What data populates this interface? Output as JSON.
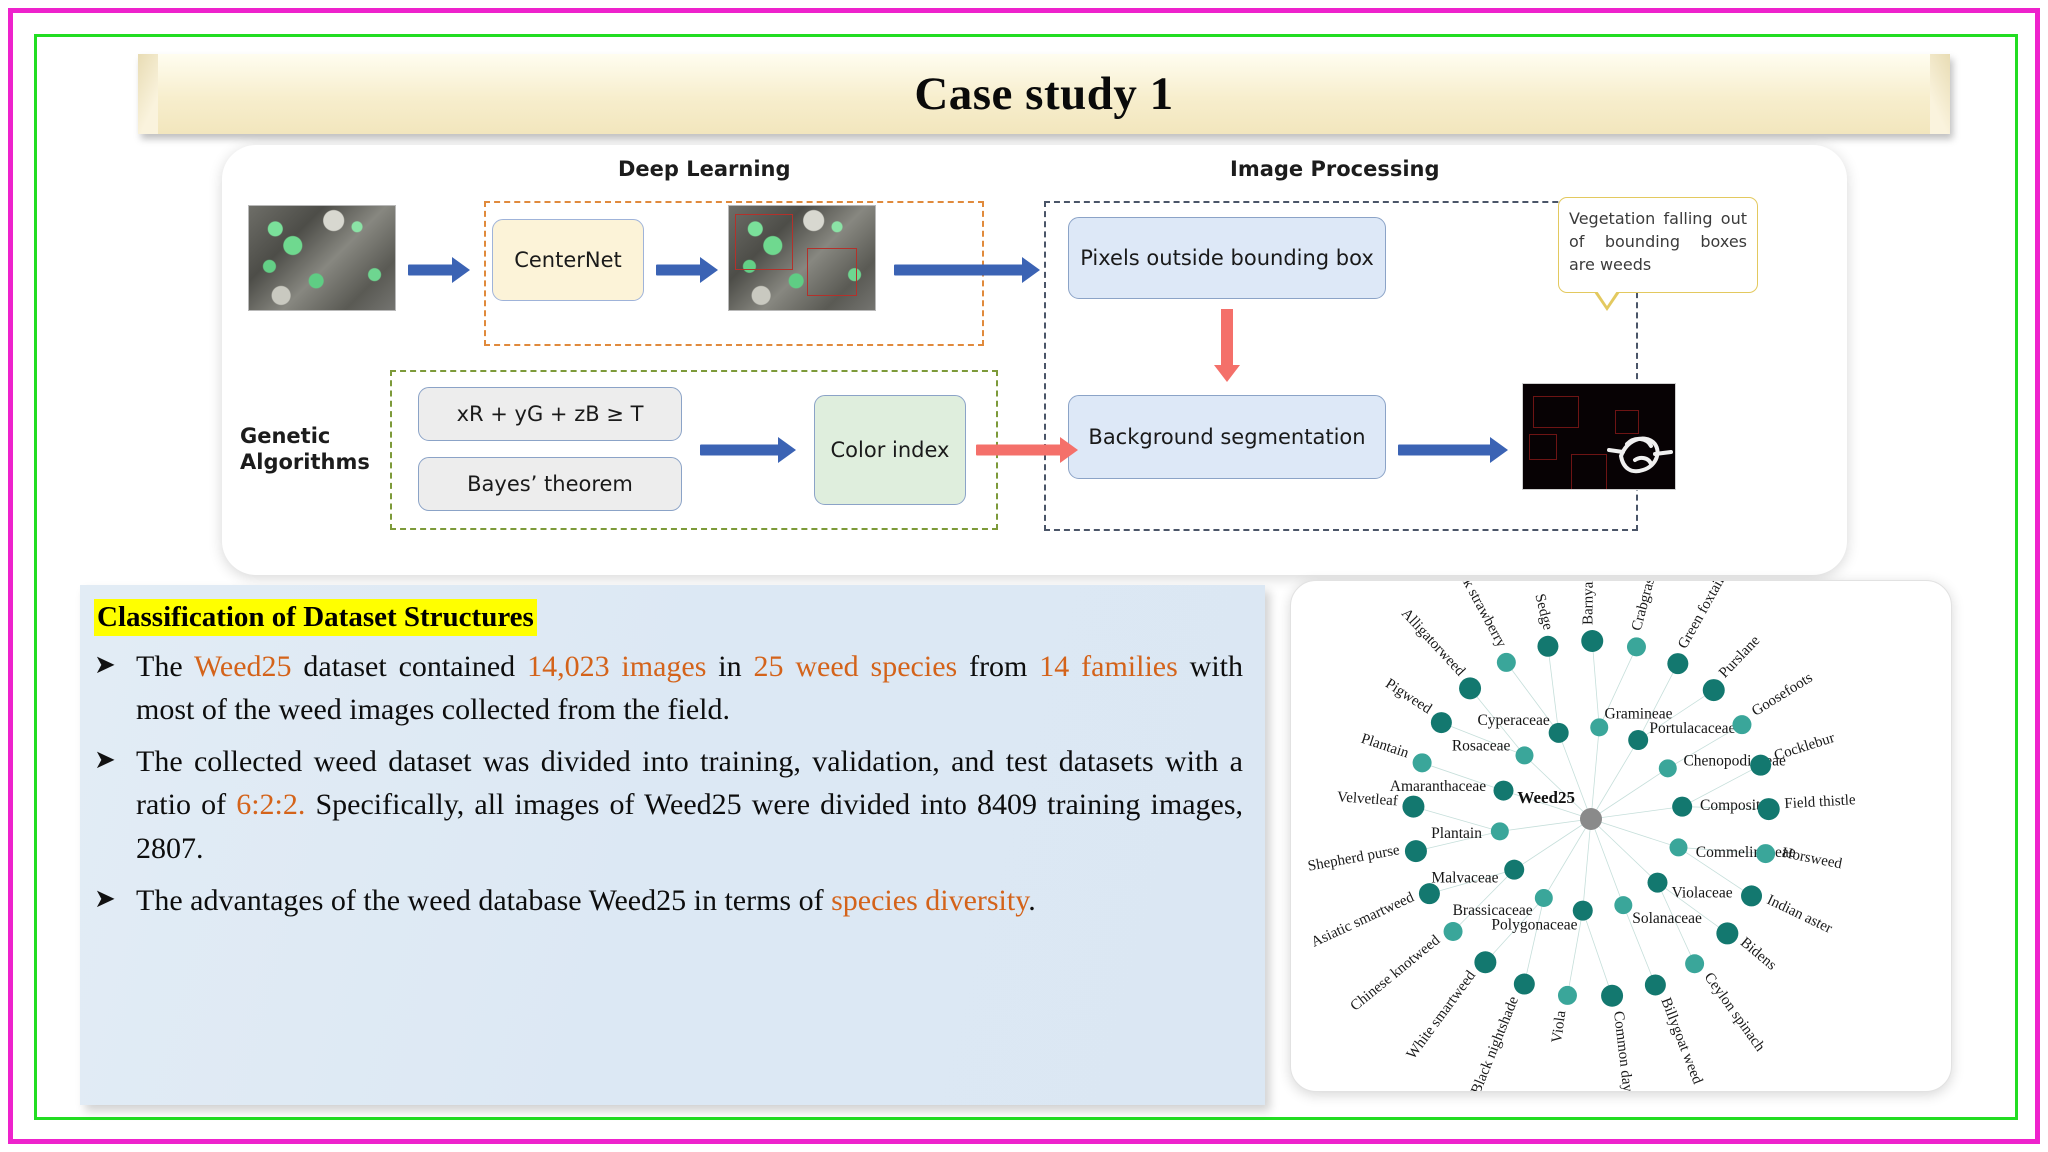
{
  "slide": {
    "title": "Case study 1",
    "border_outer_color": "#ee22cc",
    "border_inner_color": "#22dd22",
    "banner_color": "#f5ebc9"
  },
  "flowchart": {
    "section_deep_learning": "Deep Learning",
    "section_image_processing": "Image Processing",
    "genetic_label_line1": "Genetic",
    "genetic_label_line2": "Algorithms",
    "node_centernet": "CenterNet",
    "node_pixels_outside": "Pixels outside bounding box",
    "node_formula": "xR + yG + zB ≥ T",
    "node_bayes": "Bayes’ theorem",
    "node_color_index": "Color index",
    "node_background_segmentation": "Background segmentation",
    "callout_text": "Vegetation falling out of bounding boxes are weeds",
    "image_input_alt": "weed field photo",
    "image_detected_alt": "weed field photo with bounding boxes",
    "image_result_alt": "segmented result on black background",
    "arrow_blue_color": "#3b63b4",
    "arrow_red_color": "#f4706a",
    "dash_dl_color": "#e08a3c",
    "dash_ga_color": "#7d9a3a",
    "dash_ip_color": "#4a5568"
  },
  "text_panel": {
    "heading": "Classification of Dataset Structures",
    "highlight_color": "#ffff00",
    "accent_color": "#d4631a",
    "bullet_glyph": "➤",
    "bullets": [
      {
        "parts": [
          {
            "t": "The ",
            "hl": false
          },
          {
            "t": "Weed25",
            "hl": true
          },
          {
            "t": " dataset contained ",
            "hl": false
          },
          {
            "t": "14,023 images",
            "hl": true
          },
          {
            "t": " in ",
            "hl": false
          },
          {
            "t": "25 weed species",
            "hl": true
          },
          {
            "t": " from ",
            "hl": false
          },
          {
            "t": "14 families",
            "hl": true
          },
          {
            "t": " with most of the weed images collected from the field.",
            "hl": false
          }
        ]
      },
      {
        "parts": [
          {
            "t": "The collected weed dataset was divided into training, validation, and test datasets with a ratio of ",
            "hl": false
          },
          {
            "t": "6:2:2.",
            "hl": true
          },
          {
            "t": " Specifically, all images of Weed25 were divided into 8409 training images, 2807.",
            "hl": false
          }
        ]
      },
      {
        "parts": [
          {
            "t": " The advantages of the weed database Weed25 in terms of ",
            "hl": false
          },
          {
            "t": "species diversity",
            "hl": true
          },
          {
            "t": ".",
            "hl": false
          }
        ]
      }
    ]
  },
  "chart_data": {
    "type": "network",
    "title": "Weed25",
    "center_node": {
      "label": "Weed25",
      "color": "#8a8a8a"
    },
    "node_color_dark": "#13786f",
    "node_color_light": "#3aa69a",
    "families": [
      "Amaranthaceae",
      "Rosaceae",
      "Cyperaceae",
      "Gramineae",
      "Portulacaceae",
      "Chenopodiaceae",
      "Compositae",
      "Commelinaceae",
      "Violaceae",
      "Solanaceae",
      "Polygonaceae",
      "Brassicaceae",
      "Malvaceae",
      "Plantain"
    ],
    "species": [
      "Velvetleaf",
      "Plantain",
      "Pigweed",
      "Alligatorweed",
      "Mock strawberry",
      "Sedge",
      "Barnyard grass",
      "Crabgrass",
      "Green foxtail",
      "Purslane",
      "Goosefoots",
      "Cocklebur",
      "Field thistle",
      "Horsweed",
      "Indian aster",
      "Bidens",
      "Ceylon spinach",
      "Billygoat weed",
      "Common dayflower",
      "Viola",
      "Black nightshade",
      "White smartweed",
      "Chinese knotweed",
      "Asiatic smartweed",
      "Shepherd purse"
    ],
    "n_species": 25,
    "n_families": 14,
    "n_images": "14,023"
  }
}
